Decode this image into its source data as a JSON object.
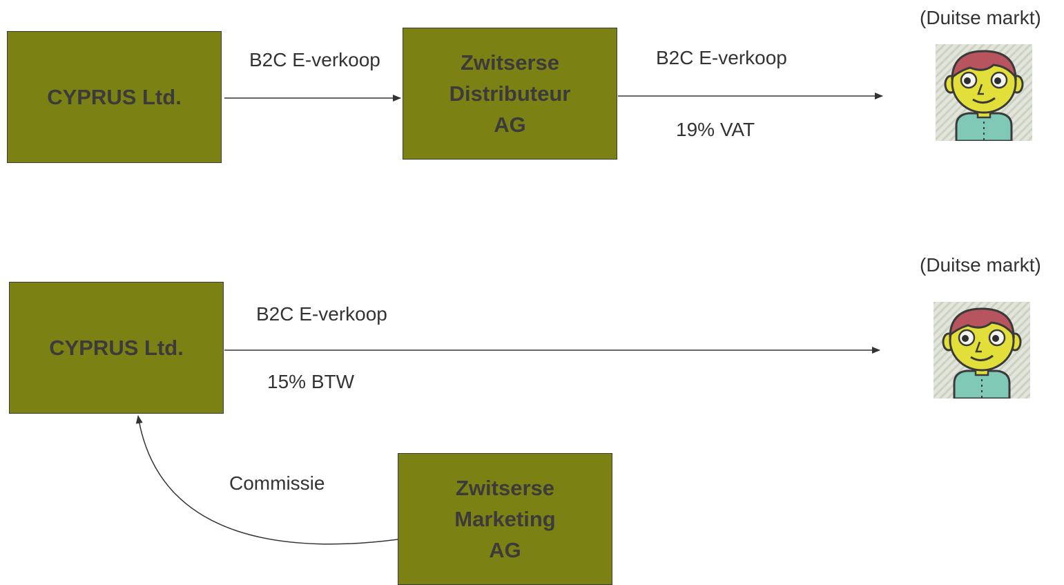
{
  "top": {
    "source_box": [
      "CYPRUS Ltd."
    ],
    "distributor_box": [
      "Zwitserse",
      "Distributeur",
      "AG"
    ],
    "arrow1_label": "B2C E-verkoop",
    "arrow2_label_top": "B2C E-verkoop",
    "arrow2_label_bottom": "19% VAT",
    "market_label": "(Duitse markt)",
    "customer_icon": "customer-avatar-icon"
  },
  "bottom": {
    "source_box": [
      "CYPRUS Ltd."
    ],
    "marketing_box": [
      "Zwitserse",
      "Marketing",
      "AG"
    ],
    "arrow_label_top": "B2C E-verkoop",
    "arrow_label_bottom": "15% BTW",
    "commission_label": "Commissie",
    "market_label": "(Duitse markt)",
    "customer_icon": "customer-avatar-icon"
  },
  "colors": {
    "box_fill": "#7c8113",
    "box_text": "#3b3b3b",
    "line": "#333333"
  }
}
